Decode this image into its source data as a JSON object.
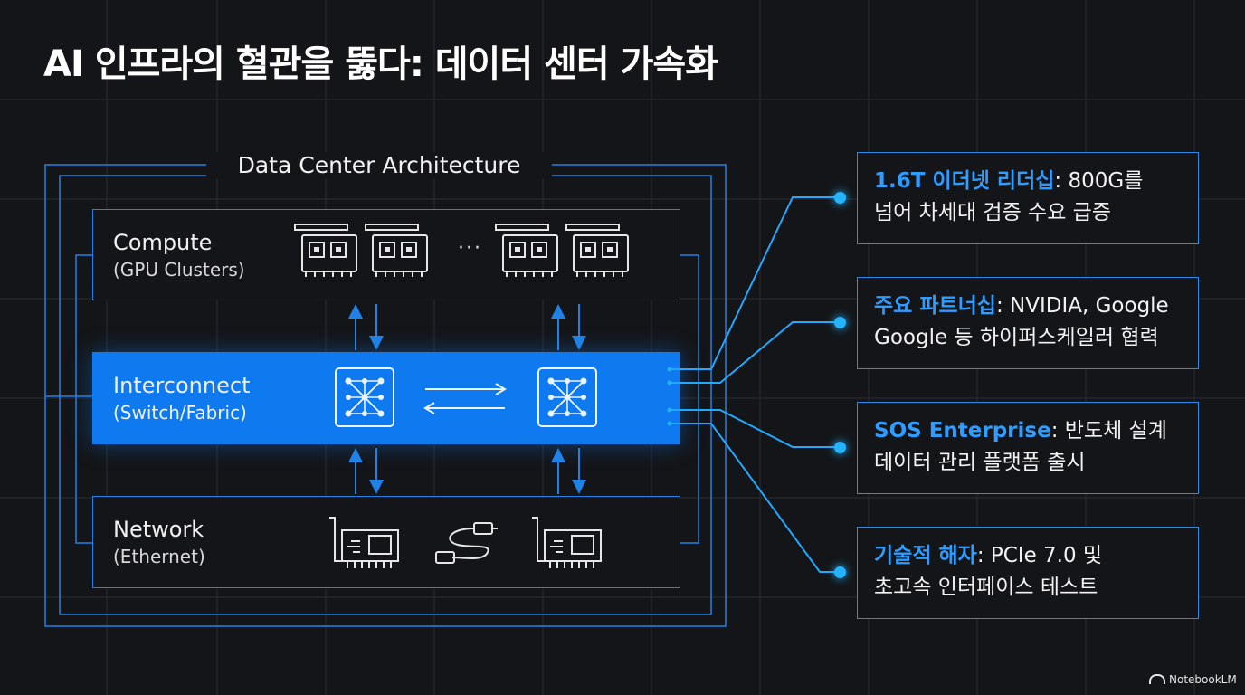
{
  "title": "AI 인프라의 혈관을 뚫다: 데이터 센터 가속화",
  "diagram": {
    "frame_label": "Data Center Architecture",
    "layers": [
      {
        "name": "Compute",
        "sub": "(GPU Clusters)"
      },
      {
        "name": "Interconnect",
        "sub": "(Switch/Fabric)"
      },
      {
        "name": "Network",
        "sub": "(Ethernet)"
      }
    ],
    "compute_separator": "···",
    "icons": [
      "gpu-card-icon",
      "network-switch-icon",
      "bidirectional-arrows-icon",
      "network-card-icon",
      "ethernet-cable-icon"
    ]
  },
  "callouts": [
    {
      "highlight": "1.6T 이더넷 리더십",
      "line1_rest": ": 800G를",
      "line2": "넘어 차세대 검증 수요 급증"
    },
    {
      "highlight": "주요 파트너십",
      "line1_rest": ": NVIDIA, Google",
      "line2": "Google 등 하이퍼스케일러 협력"
    },
    {
      "highlight": "SOS Enterprise",
      "line1_rest": ": 반도체 설계",
      "line2": "데이터 관리 플랫폼 출시"
    },
    {
      "highlight": "기술적 해자",
      "line1_rest": ": PCIe 7.0 및",
      "line2": "초고속 인터페이스 테스트"
    }
  ],
  "colors": {
    "background": "#141518",
    "accent": "#0f7af0",
    "highlight_text": "#2f9cff",
    "connector": "#22b4ff"
  },
  "watermark": "NotebookLM"
}
